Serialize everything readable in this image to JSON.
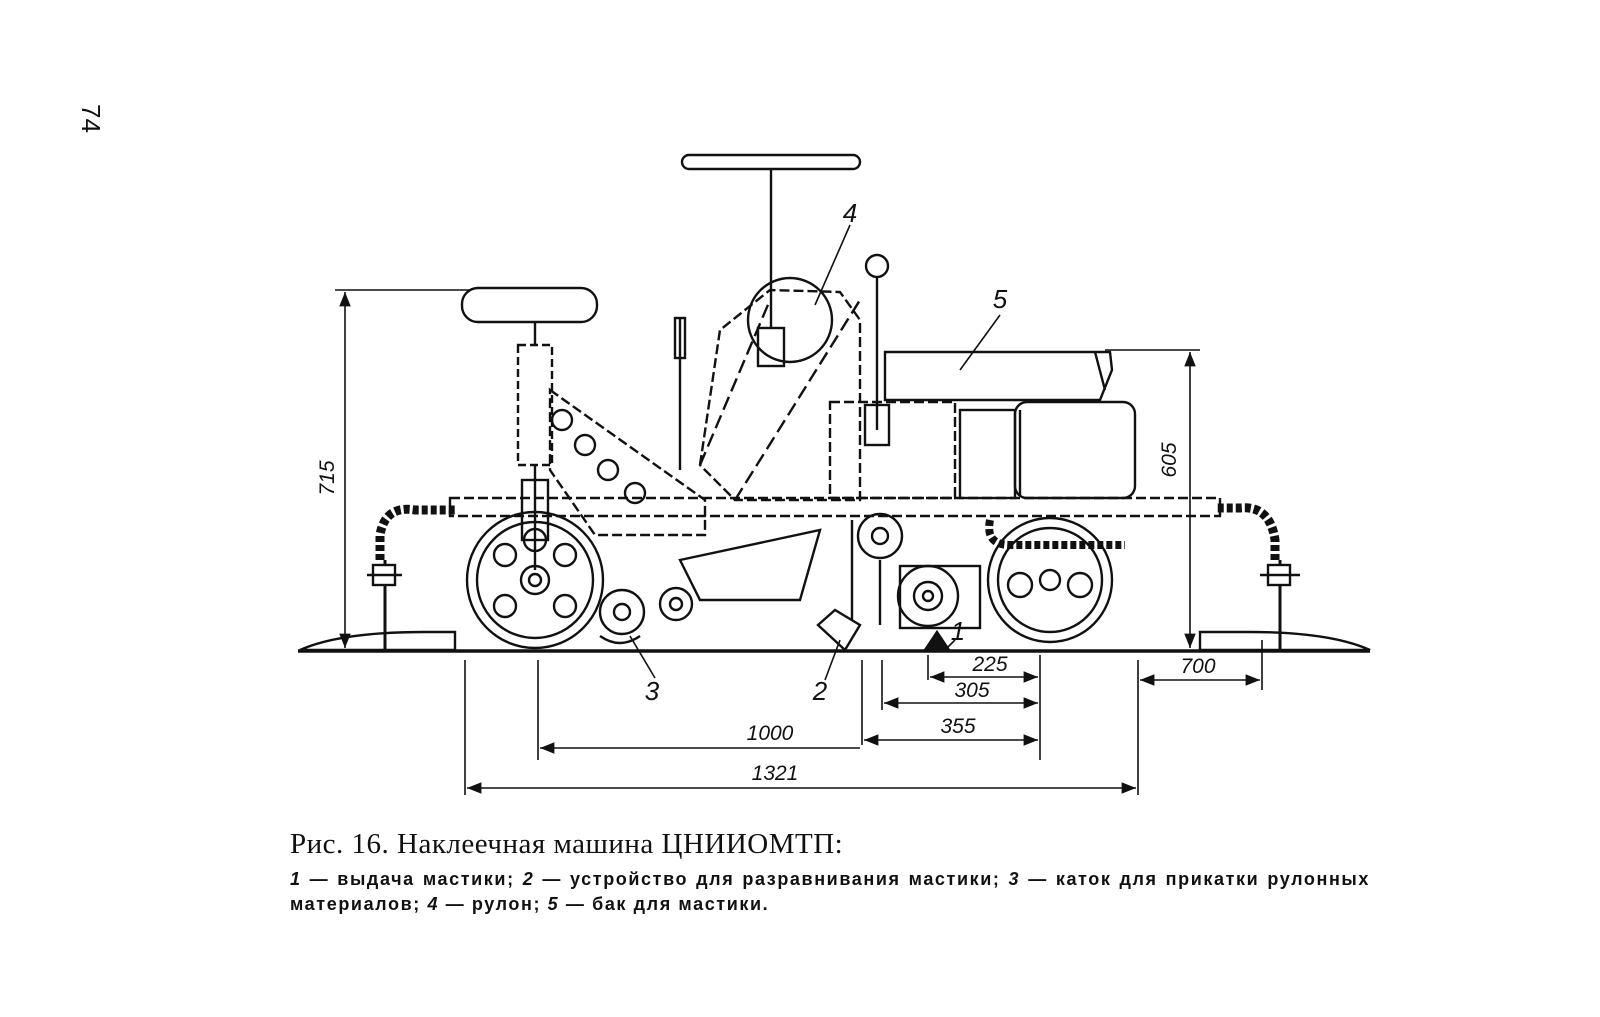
{
  "page": {
    "number": "74"
  },
  "figure": {
    "dimensions": {
      "d715": "715",
      "d605": "605",
      "d225": "225",
      "d305": "305",
      "d355": "355",
      "d700": "700",
      "d1000": "1000",
      "d1321": "1321"
    },
    "callouts": {
      "c1": "1",
      "c2": "2",
      "c3": "3",
      "c4": "4",
      "c5": "5"
    }
  },
  "caption": {
    "title": "Рис. 16. Наклеечная машина ЦНИИОМТП:",
    "legend": [
      {
        "num": "1",
        "text": " — выдача мастики; "
      },
      {
        "num": "2",
        "text": " — устройство для разравнивания мастики; "
      },
      {
        "num": "3",
        "text": " — каток для прикатки рулонных материалов; "
      },
      {
        "num": "4",
        "text": " — рулон; "
      },
      {
        "num": "5",
        "text": " — бак для мастики."
      }
    ]
  }
}
